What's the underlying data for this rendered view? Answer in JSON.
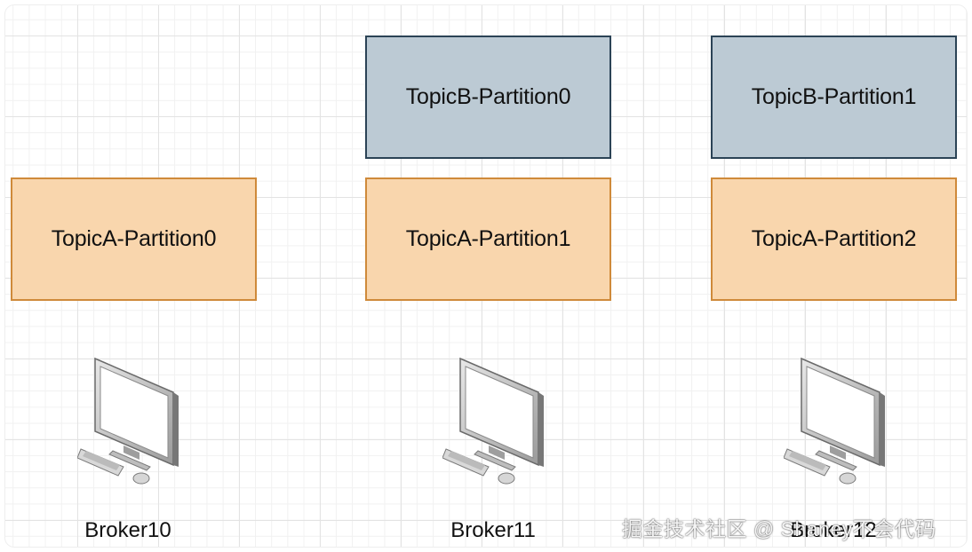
{
  "diagram": {
    "partitions": {
      "topicA_p0": "TopicA-Partition0",
      "topicA_p1": "TopicA-Partition1",
      "topicA_p2": "TopicA-Partition2",
      "topicB_p0": "TopicB-Partition0",
      "topicB_p1": "TopicB-Partition1"
    },
    "brokers": {
      "b10": "Broker10",
      "b11": "Broker11",
      "b12": "Broker12"
    },
    "colors": {
      "topicA_fill": "#f9d6ad",
      "topicA_border": "#cf8a3a",
      "topicB_fill": "#bccad4",
      "topicB_border": "#2b4356"
    },
    "icons": {
      "broker": "desktop-computer-icon"
    }
  },
  "watermark": "掘金技术社区 @ Shaney不会代码"
}
